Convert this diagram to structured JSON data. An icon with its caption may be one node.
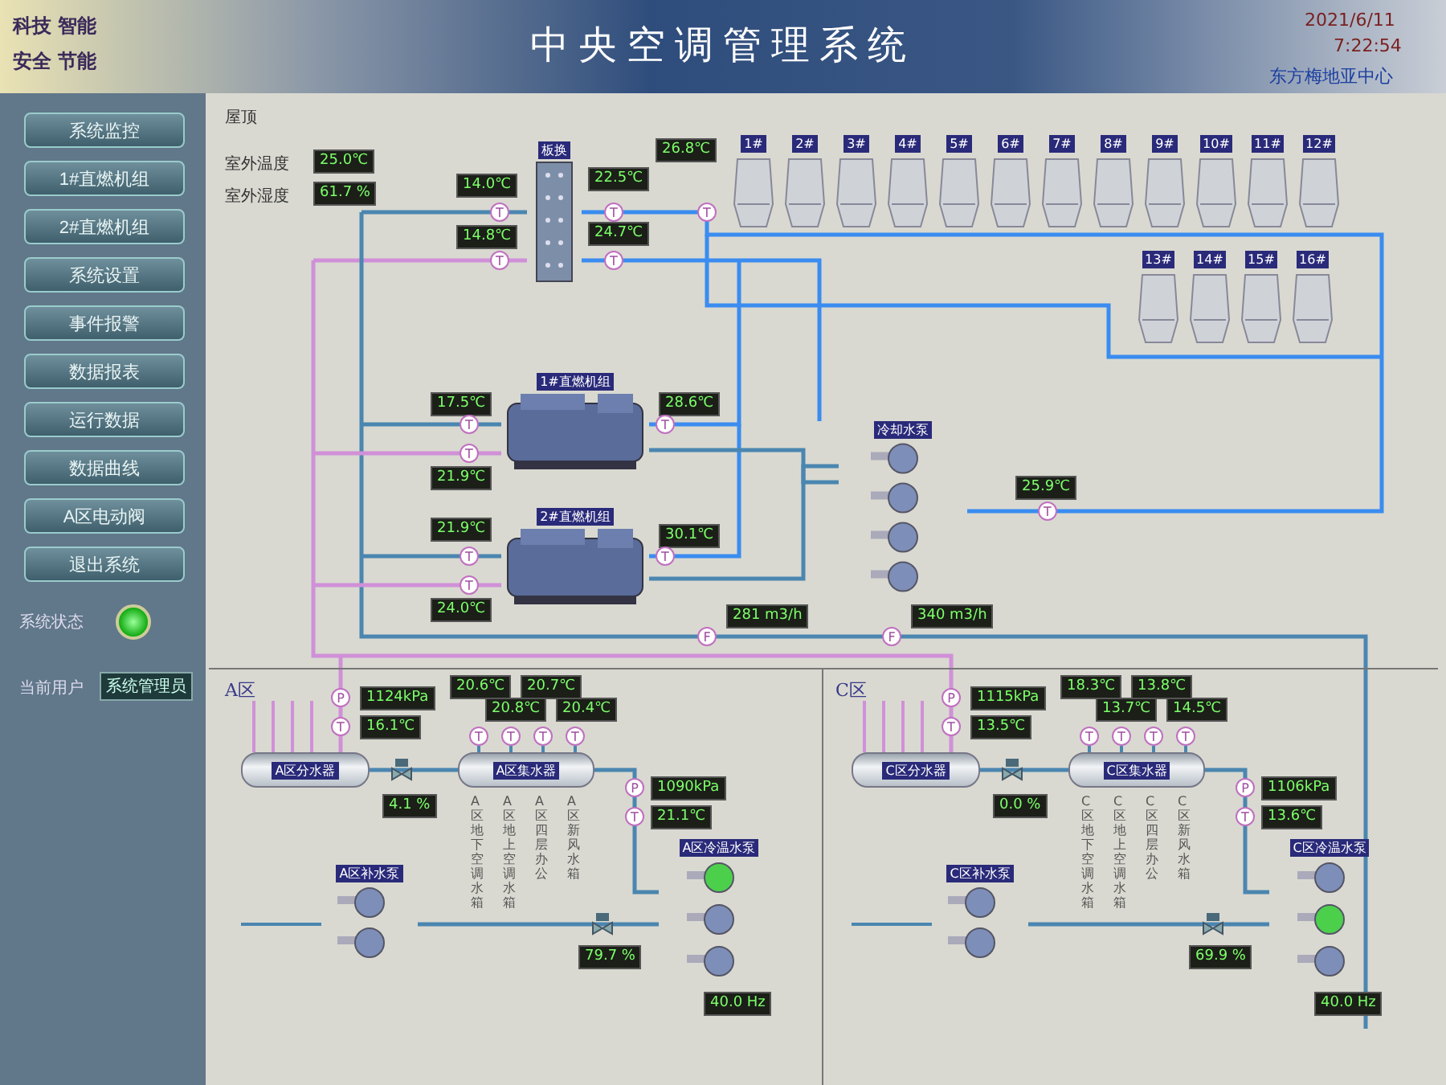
{
  "diagram": {
    "title": "中央空调管理系统",
    "nodes": [
      {
        "text": [
          "板换"
        ]
      },
      {
        "text": [
          "1#直燃机组"
        ]
      },
      {
        "text": [
          "2#直燃机组"
        ]
      },
      {
        "text": [
          "冷却水泵"
        ]
      },
      {
        "text": [
          "1#"
        ]
      },
      {
        "text": [
          "2#"
        ]
      },
      {
        "text": [
          "3#"
        ]
      },
      {
        "text": [
          "4#"
        ]
      },
      {
        "text": [
          "5#"
        ]
      },
      {
        "text": [
          "6#"
        ]
      },
      {
        "text": [
          "7#"
        ]
      },
      {
        "text": [
          "8#"
        ]
      },
      {
        "text": [
          "9#"
        ]
      },
      {
        "text": [
          "10#"
        ]
      },
      {
        "text": [
          "11#"
        ]
      },
      {
        "text": [
          "12#"
        ]
      },
      {
        "text": [
          "13#"
        ]
      },
      {
        "text": [
          "14#"
        ]
      },
      {
        "text": [
          "15#"
        ]
      },
      {
        "text": [
          "16#"
        ]
      },
      {
        "text": [
          "A区分水器"
        ]
      },
      {
        "text": [
          "A区集水器"
        ]
      },
      {
        "text": [
          "A区补水泵"
        ]
      },
      {
        "text": [
          "A区冷温水泵"
        ]
      },
      {
        "text": [
          "C区分水器"
        ]
      },
      {
        "text": [
          "C区集水器"
        ]
      },
      {
        "text": [
          "C区补水泵"
        ]
      },
      {
        "text": [
          "C区冷温水泵"
        ]
      }
    ],
    "edges": [
      {
        "from": 1,
        "to": 3,
        "arrow": "none"
      },
      {
        "from": 2,
        "to": 3,
        "arrow": "none"
      },
      {
        "from": 20,
        "to": 21,
        "arrow": "none"
      },
      {
        "from": 22,
        "to": 23,
        "arrow": "none"
      },
      {
        "from": 21,
        "to": 23,
        "arrow": "none"
      },
      {
        "from": 24,
        "to": 25,
        "arrow": "none"
      },
      {
        "from": 26,
        "to": 27,
        "arrow": "none"
      },
      {
        "from": 25,
        "to": 27,
        "arrow": "none"
      }
    ],
    "labels": [
      "科技 智能",
      "安全 节能",
      "2021/6/11",
      "7:22:54",
      "东方梅地亚中心",
      "系统监控",
      "1#直燃机组",
      "2#直燃机组",
      "系统设置",
      "事件报警",
      "数据报表",
      "运行数据",
      "数据曲线",
      "A区电动阀",
      "退出系统",
      "系统状态",
      "当前用户",
      "系统管理员",
      "屋顶",
      "室外温度",
      "25.0℃",
      "室外湿度",
      "61.7 %",
      "14.0℃",
      "T",
      "22.5℃",
      "T",
      "14.8℃",
      "T",
      "24.7℃",
      "T",
      "26.8℃",
      "T",
      "17.5℃",
      "T",
      "28.6℃",
      "T",
      "T",
      "21.9℃",
      "21.9℃",
      "T",
      "30.1℃",
      "T",
      "T",
      "24.0℃",
      "25.9℃",
      "T",
      "F",
      "281 m3/h",
      "F",
      "340 m3/h",
      "A区",
      "P",
      "1124kPa",
      "T",
      "16.1℃",
      "20.6℃",
      "20.7℃",
      "20.8℃",
      "20.4℃",
      "T",
      "T",
      "T",
      "T",
      "P",
      "1090kPa",
      "T",
      "21.1℃",
      "4.1 %",
      "A区地下空调水箱",
      "A区地上空调水箱",
      "A区四层办公",
      "A区新风水箱",
      "79.7 %",
      "40.0 Hz",
      "C区",
      "P",
      "1115kPa",
      "T",
      "13.5℃",
      "18.3℃",
      "13.8℃",
      "13.7℃",
      "14.5℃",
      "T",
      "T",
      "T",
      "T",
      "P",
      "1106kPa",
      "T",
      "13.6℃",
      "0.0 %",
      "C区地下空调水箱",
      "C区地上空调水箱",
      "C区四层办公",
      "C区新风水箱",
      "69.9 %",
      "40.0 Hz"
    ]
  }
}
